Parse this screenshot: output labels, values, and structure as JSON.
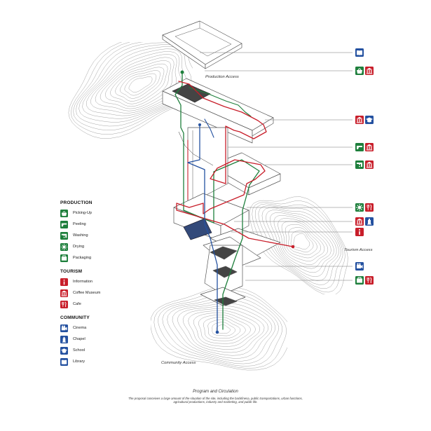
{
  "labels": {
    "production_access": "Production Access",
    "tourism_access": "Tourism Access",
    "community_access": "Community Access"
  },
  "legend": {
    "production": {
      "title": "PRODUCTION",
      "items": [
        {
          "label": "Picking-Up",
          "icon": "basket-icon"
        },
        {
          "label": "Peeling",
          "icon": "peeling-icon"
        },
        {
          "label": "Washing",
          "icon": "faucet-icon"
        },
        {
          "label": "Drying",
          "icon": "sun-icon"
        },
        {
          "label": "Packaging",
          "icon": "package-icon"
        }
      ]
    },
    "tourism": {
      "title": "TOURISM",
      "items": [
        {
          "label": "Information",
          "icon": "info-icon",
          "glyph": "i"
        },
        {
          "label": "Coffee Museum",
          "icon": "museum-icon"
        },
        {
          "label": "Cafe",
          "icon": "cafe-icon"
        }
      ]
    },
    "community": {
      "title": "COMMUNITY",
      "items": [
        {
          "label": "Cinema",
          "icon": "cinema-icon"
        },
        {
          "label": "Chapel",
          "icon": "chapel-icon"
        },
        {
          "label": "School",
          "icon": "school-icon"
        },
        {
          "label": "Library",
          "icon": "library-icon"
        }
      ]
    }
  },
  "caption": {
    "title": "Program and Circulation",
    "lines": [
      "The proposal conceives a large amount of the situation of the site, including the backfinesa, public transportations, urban functions,",
      "agricultural productions, industry and marketing, and public life."
    ]
  },
  "colors": {
    "production": "#1e7f3c",
    "tourism": "#c81e2a",
    "community": "#2451a0",
    "contour": "#9a9a9a",
    "building": "#555555"
  }
}
